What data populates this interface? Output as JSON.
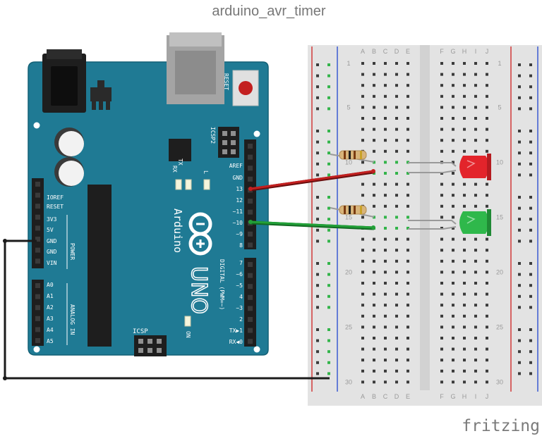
{
  "title": "arduino_avr_timer",
  "brand": "fritzing",
  "colors": {
    "board": "#1f7a94",
    "board_edge": "#146176",
    "breadboard": "#e3e3e3",
    "rail_red": "#d23a3a",
    "rail_blue": "#3a5ad2",
    "wire_red": "#c32020",
    "wire_green": "#22a038",
    "wire_black": "#1b1b1b",
    "led_red": "#e3242b",
    "led_green": "#2fb84b"
  },
  "board": {
    "name": "Arduino",
    "model": "UNO",
    "reset_label": "RESET",
    "icsp2_label": "ICSP2",
    "icsp_label": "ICSP",
    "tx_label": "TX",
    "rx_label": "RX",
    "l_label": "L",
    "on_label": "ON",
    "digital_label": "DIGITAL (PWM=~)",
    "power_label": "POWER",
    "analog_label": "ANALOG IN",
    "digital_top_pins": [
      "AREF",
      "GND",
      "13",
      "12",
      "~11",
      "~10",
      "~9",
      "8"
    ],
    "digital_bottom_pins": [
      "7",
      "~6",
      "~5",
      "4",
      "~3",
      "2",
      "TX▶1",
      "RX◀0"
    ],
    "power_pins": [
      "IOREF",
      "RESET",
      "3V3",
      "5V",
      "GND",
      "GND",
      "VIN"
    ],
    "analog_pins": [
      "A0",
      "A1",
      "A2",
      "A3",
      "A4",
      "A5"
    ]
  },
  "breadboard": {
    "columns_left": [
      "A",
      "B",
      "C",
      "D",
      "E"
    ],
    "columns_right": [
      "F",
      "G",
      "H",
      "I",
      "J"
    ],
    "row_numbers": [
      "1",
      "5",
      "10",
      "15",
      "20",
      "25",
      "30"
    ]
  },
  "components": {
    "led_top": "red LED",
    "led_bottom": "green LED",
    "resistors": 2
  }
}
